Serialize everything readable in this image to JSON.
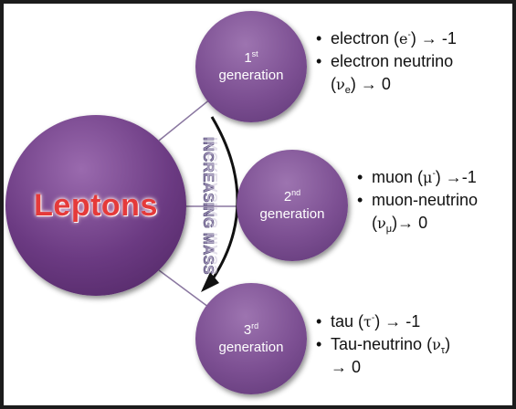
{
  "main": {
    "title": "Leptons"
  },
  "arrow_label": "INCREASING MASS",
  "generations": [
    {
      "ordinal_number": "1",
      "ordinal_suffix": "st",
      "word": "generation",
      "items": [
        {
          "prefix": "electron (",
          "symbol": "e",
          "sup": "-",
          "sub": "",
          "suffix": ") → -1"
        },
        {
          "line1": "electron neutrino",
          "prefix": "(",
          "symbol": "ν",
          "sub": "e",
          "suffix": ") → 0"
        }
      ]
    },
    {
      "ordinal_number": "2",
      "ordinal_suffix": "nd",
      "word": "generation",
      "items": [
        {
          "prefix": "muon (",
          "symbol": "μ",
          "sup": "-",
          "sub": "",
          "suffix": ") →-1"
        },
        {
          "line1": "muon-neutrino",
          "prefix": "(",
          "symbol": "ν",
          "sub": "μ",
          "suffix": ")→ 0"
        }
      ]
    },
    {
      "ordinal_number": "3",
      "ordinal_suffix": "rd",
      "word": "generation",
      "items": [
        {
          "prefix": "tau (",
          "symbol": "τ",
          "sup": "-",
          "sub": "",
          "suffix": ") → -1"
        },
        {
          "line1": "Tau-neutrino (",
          "symbol": "ν",
          "sub": "τ",
          "close": ")",
          "line2": "→ 0"
        }
      ]
    }
  ],
  "colors": {
    "main_circle": "#6b3a82",
    "generation_circle": "#7c4f92",
    "title_red": "#e53a3a",
    "arrow": "#111111",
    "mass_text": "#7a6c96",
    "border": "#1c1c1c"
  }
}
